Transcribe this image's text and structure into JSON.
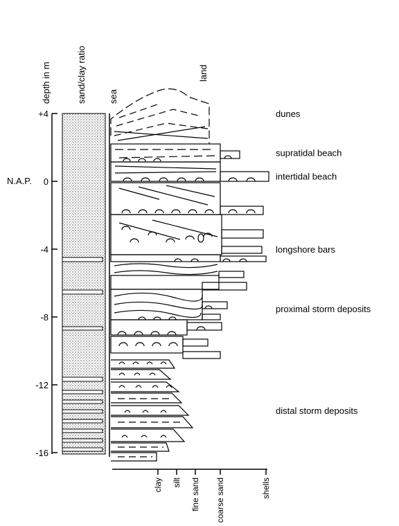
{
  "column_headers": {
    "depth": "depth in m",
    "ratio": "sand/clay ratio",
    "sea": "sea",
    "land": "land"
  },
  "depth_ticks": [
    {
      "label": "+4",
      "value": 4
    },
    {
      "label": "0",
      "value": 0
    },
    {
      "label": "-4",
      "value": -4
    },
    {
      "label": "-8",
      "value": -8
    },
    {
      "label": "-12",
      "value": -12
    },
    {
      "label": "-16",
      "value": -16
    }
  ],
  "nap_label": "N.A.P.",
  "facies": [
    {
      "label": "dunes",
      "depth": 4.0
    },
    {
      "label": "supratidal beach",
      "depth": 1.7
    },
    {
      "label": "intertidal beach",
      "depth": 0.3
    },
    {
      "label": "longshore bars",
      "depth": -4.0
    },
    {
      "label": "proximal storm deposits",
      "depth": -7.5
    },
    {
      "label": "distal storm deposits",
      "depth": -13.5
    }
  ],
  "grain_size_scale": [
    "clay",
    "silt",
    "fine sand",
    "coarse sand",
    "shells"
  ]
}
